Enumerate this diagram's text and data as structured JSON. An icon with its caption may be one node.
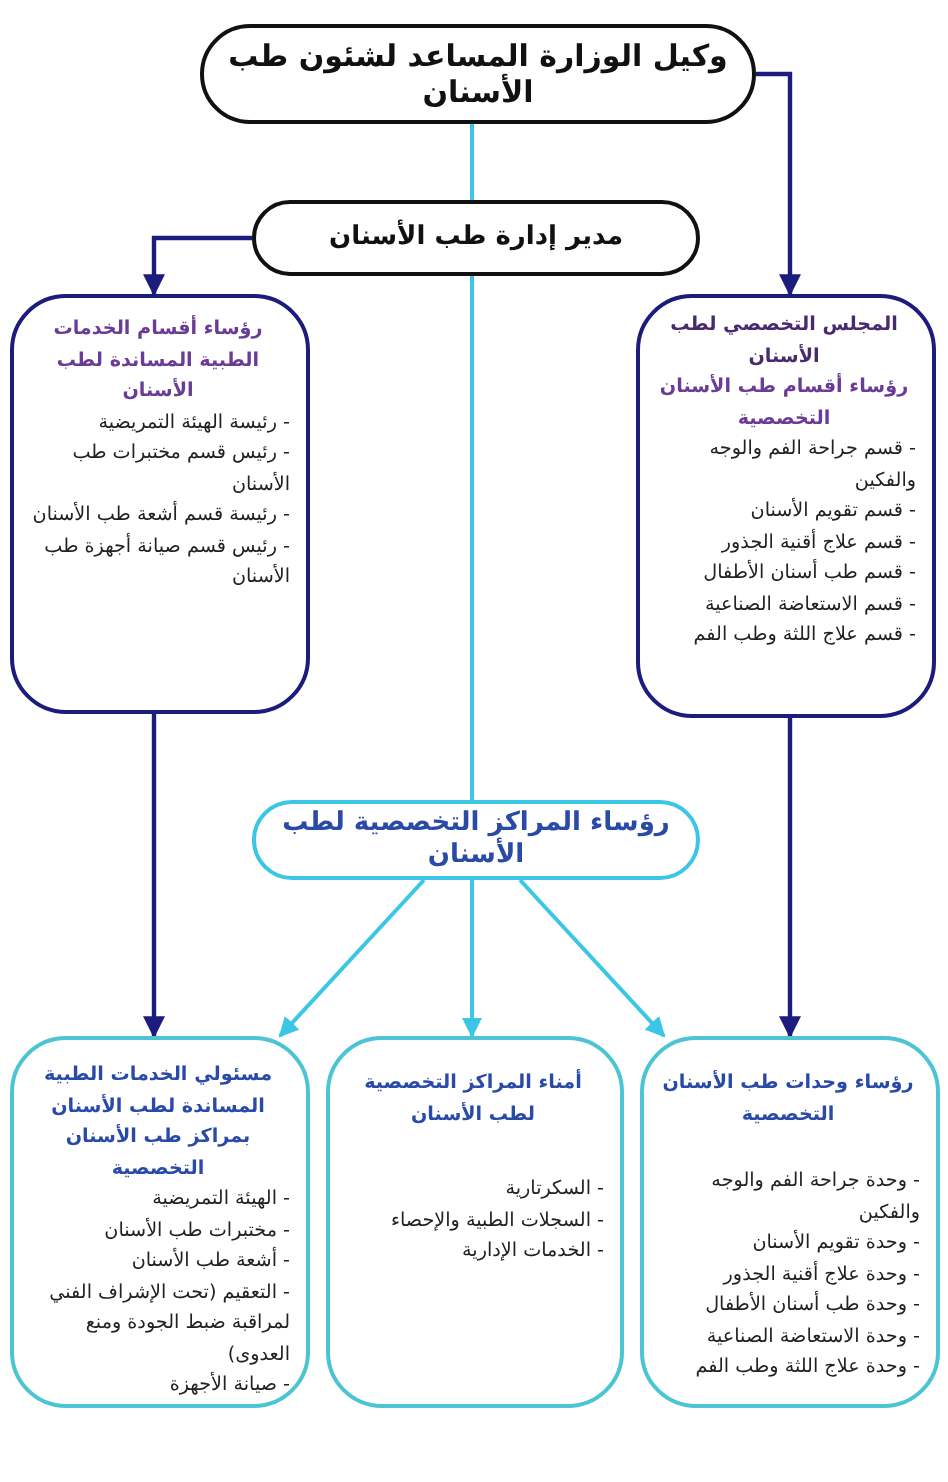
{
  "diagram": {
    "nodes": [
      {
        "text": [
          "وكيل الوزارة المساعد لشئون طب الأسنان"
        ]
      },
      {
        "text": [
          "مدير إدارة طب الأسنان"
        ]
      },
      {
        "text": [
          "المجلس التخصصي لطب الأسنان",
          "رؤساء أقسام طب الأسنان التخصصية",
          "- قسم جراحة الفم والوجه والفكين",
          "- قسم تقويم الأسنان",
          "- قسم علاج أقنية الجذور",
          "- قسم طب أسنان الأطفال",
          "- قسم الاستعاضة الصناعية",
          "- قسم علاج اللثة وطب الفم"
        ]
      },
      {
        "text": [
          "رؤساء أقسام الخدمات الطبية المساندة لطب الأسنان",
          "- رئيسة الهيئة التمريضية",
          "- رئيس قسم مختبرات طب الأسنان",
          "- رئيسة قسم أشعة طب الأسنان",
          "- رئيس قسم صيانة أجهزة طب الأسنان"
        ]
      },
      {
        "text": [
          "رؤساء المراكز التخصصية لطب الأسنان"
        ]
      },
      {
        "text": [
          "رؤساء وحدات طب الأسنان التخصصية",
          "- وحدة جراحة الفم والوجه والفكين",
          "- وحدة تقويم الأسنان",
          "- وحدة علاج أقنية الجذور",
          "- وحدة طب أسنان الأطفال",
          "- وحدة الاستعاضة الصناعية",
          "- وحدة علاج اللثة وطب الفم"
        ]
      },
      {
        "text": [
          "أمناء المراكز التخصصية لطب الأسنان",
          "- السكرتارية",
          "- السجلات الطبية والإحصاء",
          "- الخدمات الإدارية"
        ]
      },
      {
        "text": [
          "مسئولي الخدمات الطبية المساندة لطب الأسنان بمراكز طب الأسنان التخصصية",
          "- الهيئة التمريضية",
          "- مختبرات طب الأسنان",
          "- أشعة طب الأسنان",
          "- التعقيم (تحت الإشراف الفني لمراقبة ضبط الجودة ومنع العدوى)",
          "- صيانة الأجهزة"
        ]
      }
    ],
    "edges": [
      {
        "from": 0,
        "to": 1,
        "arrow": "none"
      },
      {
        "from": 0,
        "to": 2,
        "arrow": "to",
        "color": "#1c1c7c"
      },
      {
        "from": 1,
        "to": 3,
        "arrow": "to",
        "color": "#1c1c7c"
      },
      {
        "from": 1,
        "to": 4,
        "arrow": "none"
      },
      {
        "from": 2,
        "to": 5,
        "arrow": "to",
        "color": "#1c1c7c"
      },
      {
        "from": 3,
        "to": 7,
        "arrow": "to",
        "color": "#1c1c7c"
      },
      {
        "from": 4,
        "to": 5,
        "arrow": "to"
      },
      {
        "from": 4,
        "to": 6,
        "arrow": "to"
      },
      {
        "from": 4,
        "to": 7,
        "arrow": "to"
      }
    ]
  }
}
